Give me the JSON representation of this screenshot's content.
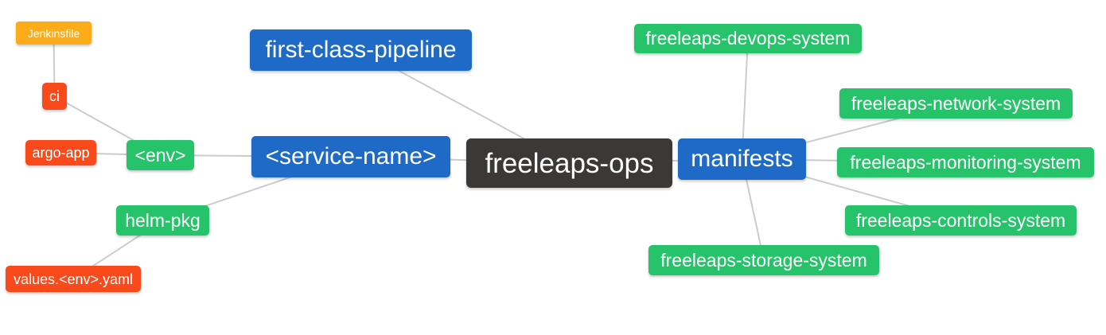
{
  "palette": {
    "canvas_bg": "#ffffff",
    "root_bg": "#3b3838",
    "branch_bg": "#1e6ac6",
    "sub_bg": "#27c36b",
    "leaf_bg": "#fa4a1c",
    "leaf_alt_bg": "#fbac18",
    "edge_color": "#cccccc",
    "node_text": "#ffffff"
  },
  "mindmap": {
    "nodes": [
      {
        "id": "freeleaps-ops",
        "label": "freeleaps-ops",
        "level": "root"
      },
      {
        "id": "first-class-pipeline",
        "label": "first-class-pipeline",
        "level": "branch"
      },
      {
        "id": "service-name",
        "label": "<service-name>",
        "level": "branch"
      },
      {
        "id": "manifests",
        "label": "manifests",
        "level": "branch"
      },
      {
        "id": "env",
        "label": "<env>",
        "level": "sub"
      },
      {
        "id": "helm-pkg",
        "label": "helm-pkg",
        "level": "sub"
      },
      {
        "id": "ci",
        "label": "ci",
        "level": "leaf"
      },
      {
        "id": "argo-app",
        "label": "argo-app",
        "level": "leaf"
      },
      {
        "id": "jenkinsfile",
        "label": "Jenkinsfile",
        "level": "leaf-alt"
      },
      {
        "id": "values-env-yaml",
        "label": "values.<env>.yaml",
        "level": "leaf"
      },
      {
        "id": "devops-system",
        "label": "freeleaps-devops-system",
        "level": "sub"
      },
      {
        "id": "network-system",
        "label": "freeleaps-network-system",
        "level": "sub"
      },
      {
        "id": "monitoring-system",
        "label": "freeleaps-monitoring-system",
        "level": "sub"
      },
      {
        "id": "controls-system",
        "label": "freeleaps-controls-system",
        "level": "sub"
      },
      {
        "id": "storage-system",
        "label": "freeleaps-storage-system",
        "level": "sub"
      }
    ],
    "edges": [
      [
        "freeleaps-ops",
        "first-class-pipeline"
      ],
      [
        "freeleaps-ops",
        "service-name"
      ],
      [
        "freeleaps-ops",
        "manifests"
      ],
      [
        "service-name",
        "env"
      ],
      [
        "service-name",
        "helm-pkg"
      ],
      [
        "env",
        "ci"
      ],
      [
        "env",
        "argo-app"
      ],
      [
        "ci",
        "jenkinsfile"
      ],
      [
        "helm-pkg",
        "values-env-yaml"
      ],
      [
        "manifests",
        "devops-system"
      ],
      [
        "manifests",
        "network-system"
      ],
      [
        "manifests",
        "monitoring-system"
      ],
      [
        "manifests",
        "controls-system"
      ],
      [
        "manifests",
        "storage-system"
      ]
    ]
  }
}
